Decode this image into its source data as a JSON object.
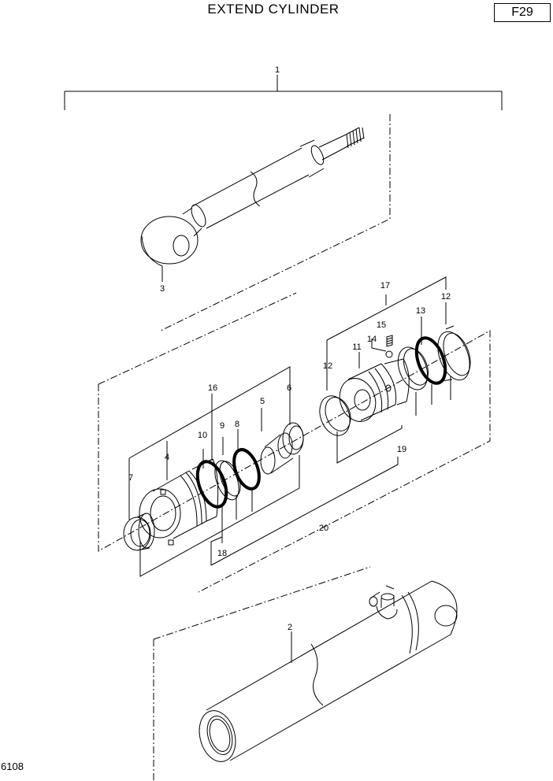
{
  "title": "EXTEND CYLINDER",
  "page_code": "F29",
  "drawing_number": "6108",
  "callouts": {
    "c1": "1",
    "c2": "2",
    "c3": "3",
    "c4": "4",
    "c5": "5",
    "c6": "6",
    "c7": "7",
    "c8": "8",
    "c9": "9",
    "c10": "10",
    "c11": "11",
    "c12a": "12",
    "c12b": "12",
    "c13": "13",
    "c14": "14",
    "c15": "15",
    "c16": "16",
    "c17": "17",
    "c18": "18",
    "c19": "19",
    "c20": "20"
  }
}
